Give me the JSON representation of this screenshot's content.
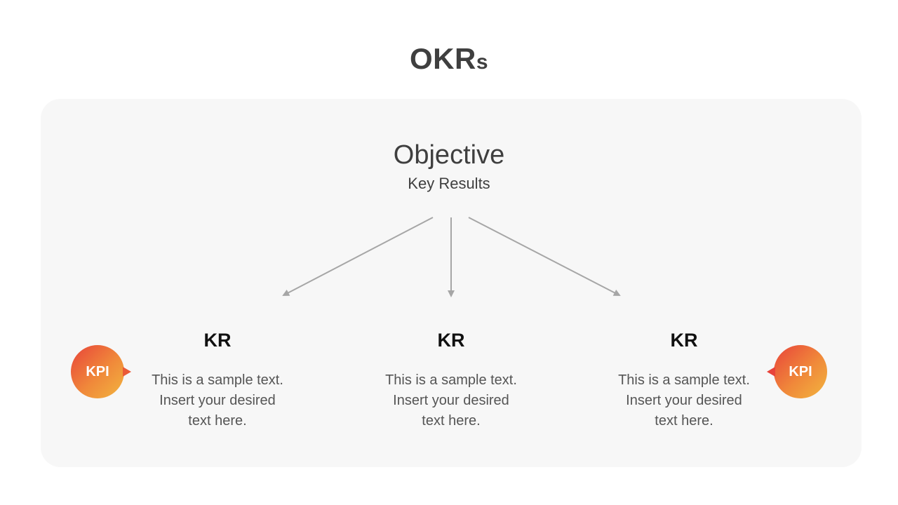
{
  "title": {
    "main": "OKR",
    "suffix": "s"
  },
  "objective": {
    "title": "Objective",
    "subtitle": "Key Results"
  },
  "key_results": [
    {
      "heading": "KR",
      "lines": [
        "This is a sample text.",
        "Insert your desired",
        "text here."
      ]
    },
    {
      "heading": "KR",
      "lines": [
        "This is a sample text.",
        "Insert your desired",
        "text here."
      ]
    },
    {
      "heading": "KR",
      "lines": [
        "This is a sample text.",
        "Insert your desired",
        "text here."
      ]
    }
  ],
  "kpi_badges": {
    "left": "KPI",
    "right": "KPI"
  },
  "colors": {
    "title": "#3f3f3f",
    "panel": "#f7f7f7",
    "arrow": "#a6a6a6",
    "kpi_gradient_start": "#e8433a",
    "kpi_gradient_end": "#f2b53f"
  }
}
